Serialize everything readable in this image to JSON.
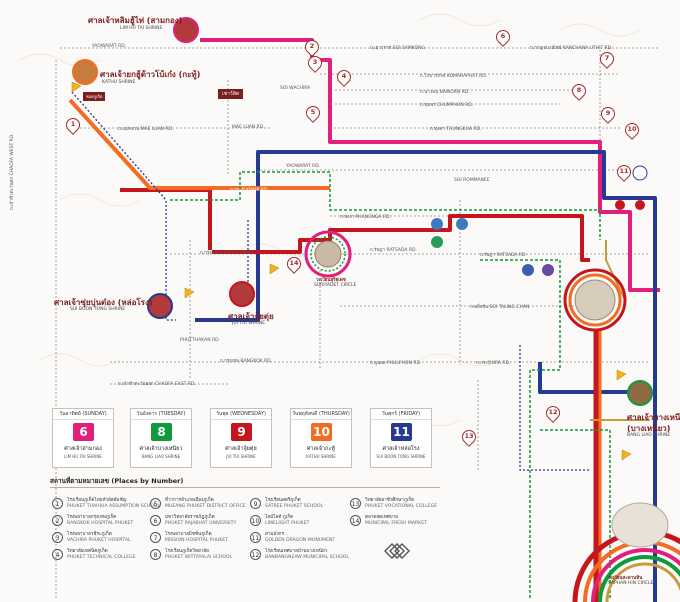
{
  "colors": {
    "pink": "#e0207a",
    "green": "#0f9a3c",
    "red": "#c4161c",
    "orange": "#f36c21",
    "blue": "#253b93",
    "gold": "#c79a3d",
    "pin": "#a32a2a"
  },
  "shrines": {
    "lim_hu_tai": {
      "th": "ศาลเจ้าหลิมฮู้ไท่ (สามกอง)",
      "en": "LIM HU TAI SHRINE"
    },
    "kathu": {
      "th": "ศาลเจ้ายกฮู้ต้าวโบ้เก๋ง (กะทู้)",
      "en": "KATHU SHRINE"
    },
    "sui_boon_tong": {
      "th": "ศาลเจ้าซุ่ยบุ่นต๋อง (หล่อโรง)",
      "en": "SUI BOON TONG SHRINE"
    },
    "jui_tui": {
      "th": "ศาลเจ้าจุ้ยตุ่ย",
      "en": "JUI TUI SHRINE"
    },
    "bang_liao": {
      "th": "ศาลเจ้าบางเหนียว",
      "th2": "(บางเหนียว)",
      "en": "BANG LIAO SHRINE"
    }
  },
  "circles": {
    "surakul": {
      "th": "วงเวียนสุริยเดช",
      "en": "SURIYADET CIRCLE"
    },
    "saphan_hin": {
      "th": "วงเวียนสะพานหิน",
      "en": "SAPHAN HIN CIRCLE"
    }
  },
  "roads": {
    "yaowarat_top": "YAOWARAT RD.",
    "soi_samkong": "ถ.เยาวราช SOI SAMKONG",
    "kanchana": "ถ.กาญจนวณิชย์ KANCHANA UTHIT RD.",
    "komaraphat": "ถ.โกมารภัจจ์ KOMARAPHAT RD.",
    "soi_wachira": "SOI WACHIRA",
    "nawon": "ถ.นาวอน NAWORN RD.",
    "chumphon": "ถ.ชุมพร CHUMPHON RD.",
    "mae_luan_left": "ถ.แม่หลวน MAE LUAN RD.",
    "mae_luan_mid": "MAE LUAN RD.",
    "thungkha": "ถ.ทุ่งคา THUNGKHA RD.",
    "dibuk": "ถ.ดีบุก DIBUK RD.",
    "soi_romanee": "SOI ROMMANEE",
    "yaowarat_mid": "YAOWARAT RD.",
    "krabi": "ถ.กระบี่ KRABI RD.",
    "phangnga": "ถ.พังงา PHANGNGA RD.",
    "bangkok": "ถ.กรุงเทพ BANGKOK RD.",
    "ratsada": "ถ.รัษฎา RATSADA RD.",
    "ratsada_r": "ถ.รัษฎา RATSADA RD.",
    "soi_taling": "ถ.ตลิ่งชัน SOI TALING CHAN",
    "phuket": "ถ.ภูเก็ต PHUKET RD.",
    "phuthakan": "PHUTTHAKAN RD.",
    "bangkok_low": "ถ.กรุงเทพ BANGKOK RD.",
    "phulphon": "ถ.พูนผล PHULPHON RD.",
    "krabi_low": "ถ.กระบี่ KRA RD.",
    "chaofa_east": "ถ.เจ้าฟ้าตะวันออก CHAOFA EAST RD.",
    "chaofa_west": "ถ.เจ้าฟ้าตะวันตก CHAOFA WEST RD.",
    "thepkasattri": "ถ.เทพกระษัตรี"
  },
  "badges": {
    "nawa": "เชาว์ลิต",
    "soi_phuket": "ซอยภูเก็ต"
  },
  "days": [
    {
      "day": "วันอาทิตย์ (SUNDAY)",
      "num": "6",
      "th": "ศาลเจ้าสามกอง",
      "en": "LIM HU TAI SHRINE",
      "color": "#e0207a"
    },
    {
      "day": "วันอังคาร (TUESDAY)",
      "num": "8",
      "th": "ศาลเจ้าบางเหนียว",
      "en": "BANG LIAO SHRINE",
      "color": "#0f9a3c"
    },
    {
      "day": "วันพุธ (WEDNESDAY)",
      "num": "9",
      "th": "ศาลเจ้าจุ้ยตุ่ย",
      "en": "JUI TUI SHRINE",
      "color": "#c4161c"
    },
    {
      "day": "วันพฤหัสบดี (THURSDAY)",
      "num": "10",
      "th": "ศาลเจ้ากะทู้",
      "en": "KATHU SHRINE",
      "color": "#f36c21"
    },
    {
      "day": "วันศุกร์ (FRIDAY)",
      "num": "11",
      "th": "ศาลเจ้าหล่อโรง",
      "en": "SUI BOON TONG SHRINE",
      "color": "#253b93"
    }
  ],
  "legend_title": "สถานที่ตามหมายเลข (Places by Number)",
  "places": [
    {
      "n": "1",
      "th": "โรงเรียนภูเก็ตไทยหัวอัสสัมชัญ",
      "en": "PHUKET THAIHUA ASSUMPTION SCHOOL"
    },
    {
      "n": "2",
      "th": "โรงพยาบาลกรุงเทพภูเก็ต",
      "en": "BANGKOK HOSPITAL PHUKET"
    },
    {
      "n": "3",
      "th": "โรงพยาบาลวชิระภูเก็ต",
      "en": "VACHIRA PHUKET HOSPITAL"
    },
    {
      "n": "4",
      "th": "วิทยาลัยเทคนิคภูเก็ต",
      "en": "PHUKET TECHNICAL COLLEGE"
    },
    {
      "n": "5",
      "th": "ที่ว่าการอำเภอเมืองภูเก็ต",
      "en": "MUEANG PHUKET DISTRICT OFFICE"
    },
    {
      "n": "6",
      "th": "มหาวิทยาลัยราชภัฏภูเก็ต",
      "en": "PHUKET RAJABHAT UNIVERSITY"
    },
    {
      "n": "7",
      "th": "โรงพยาบาลมิชชั่นภูเก็ต",
      "en": "MISSION HOSPITAL PHUKET"
    },
    {
      "n": "8",
      "th": "โรงเรียนภูเก็ตวิทยาลัย",
      "en": "PHUKET WITTAYALAI SCHOOL"
    },
    {
      "n": "9",
      "th": "โรงเรียนสตรีภูเก็ต",
      "en": "SATREE PHUKET SCHOOL"
    },
    {
      "n": "10",
      "th": "ไลม์ไลท์ ภูเก็ต",
      "en": "LIMELIGHT PHUKET"
    },
    {
      "n": "11",
      "th": "สามมังกร",
      "en": "GOLDEN DRAGON MONUMENT"
    },
    {
      "n": "12",
      "th": "โรงเรียนเทศบาลบ้านบางเหนียว",
      "en": "BANBANGNEAW MUNICIPAL SCHOOL"
    },
    {
      "n": "13",
      "th": "วิทยาลัยอาชีวศึกษาภูเก็ต",
      "en": "PHUKET VOCATIONAL COLLEGE"
    },
    {
      "n": "14",
      "th": "ตลาดสดเทศบาล",
      "en": "MUNICIPAL FRESH MARKET"
    }
  ]
}
